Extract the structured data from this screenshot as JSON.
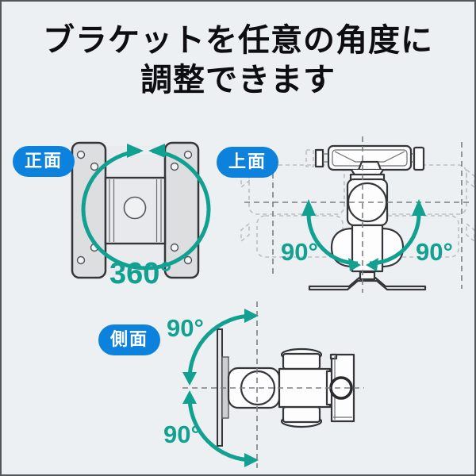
{
  "title": {
    "line1": "ブラケットを任意の角度に",
    "line2": "調整できます"
  },
  "views": {
    "front": {
      "badge": "正面",
      "rotation_label": "360°",
      "description": "vesa-bracket-front-rotates-360"
    },
    "top": {
      "badge": "上面",
      "angle_left": "90°",
      "angle_right": "90°",
      "description": "arm-swivels-90-left-and-right"
    },
    "side": {
      "badge": "側面",
      "angle_upper": "90°",
      "angle_lower": "90°",
      "description": "bracket-tilts-90-up-and-down"
    }
  },
  "icons": {
    "front_diagram": "vesa-plate-with-circular-rotation-arrows",
    "top_diagram": "swivel-joint-top-view-with-ghost-positions",
    "side_diagram": "tilt-joint-side-view-with-arc-arrows"
  },
  "colors": {
    "background": "#edf0f3",
    "border_dark": "#53565a",
    "badge_blue": "#0c82dc",
    "accent_teal": "#12a091",
    "line_dark": "#35363a",
    "metal_gray": "#dcdee0",
    "ghost_gray": "#b9bfc3",
    "text_black": "#0e0e10"
  }
}
